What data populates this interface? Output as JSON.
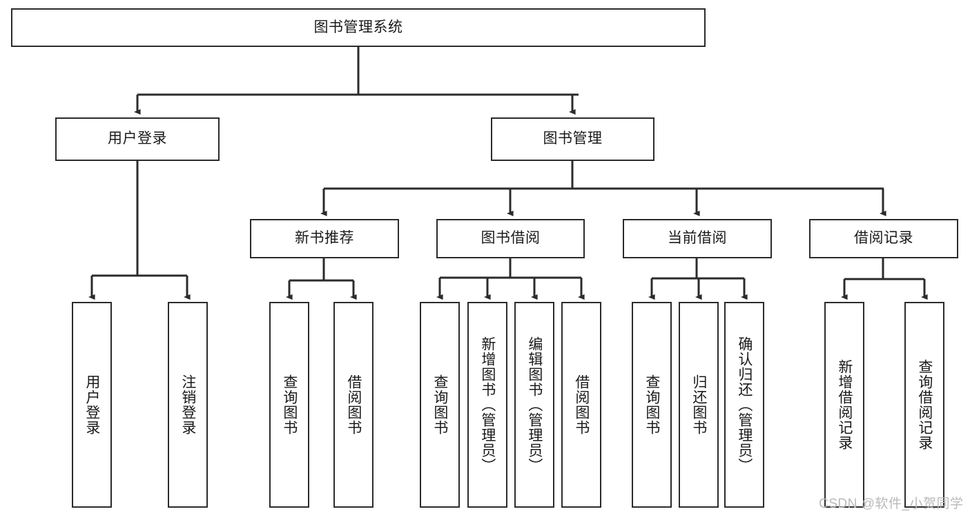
{
  "diagram": {
    "title": "图书管理系统",
    "type": "tree-hierarchy-diagram",
    "colors": {
      "box_border": "#2b2b2b",
      "box_fill": "#ffffff",
      "edge": "#2b2b2b",
      "text": "#1a1a1a",
      "watermark": "#b9b9b9",
      "background": "#ffffff"
    },
    "root": {
      "label": "图书管理系统"
    },
    "level2": [
      {
        "label": "用户登录"
      },
      {
        "label": "图书管理"
      }
    ],
    "level3": [
      {
        "label": "新书推荐"
      },
      {
        "label": "图书借阅"
      },
      {
        "label": "当前借阅"
      },
      {
        "label": "借阅记录"
      }
    ],
    "leaves": {
      "user_login": [
        {
          "label": "用户登录"
        },
        {
          "label": "注销登录"
        }
      ],
      "new_book_recommend": [
        {
          "label": "查询图书"
        },
        {
          "label": "借阅图书"
        }
      ],
      "book_borrow": [
        {
          "label": "查询图书"
        },
        {
          "label": "新增图书（管理员）"
        },
        {
          "label": "编辑图书（管理员）"
        },
        {
          "label": "借阅图书"
        }
      ],
      "current_borrow": [
        {
          "label": "查询图书"
        },
        {
          "label": "归还图书"
        },
        {
          "label": "确认归还（管理员）"
        }
      ],
      "borrow_record": [
        {
          "label": "新增借阅记录"
        },
        {
          "label": "查询借阅记录"
        }
      ]
    }
  },
  "watermark": {
    "text": "CSDN @软件_小贺同学"
  }
}
